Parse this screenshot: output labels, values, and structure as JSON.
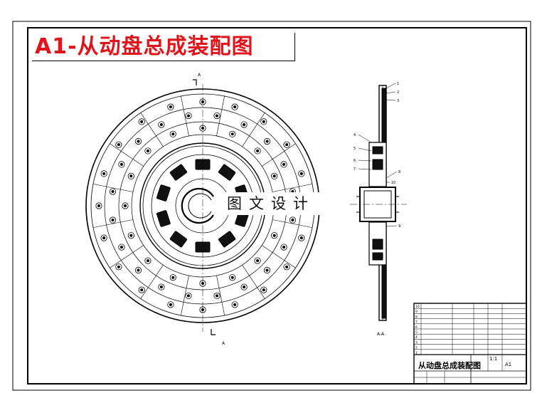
{
  "drawing": {
    "title": "A1-从动盘总成装配图",
    "watermark": "图文设计",
    "section_marks": {
      "top": "A",
      "bottom": "A",
      "section_label": "A-A"
    },
    "leader_numbers": [
      "1",
      "2",
      "3",
      "4",
      "5",
      "6",
      "7",
      "8",
      "9",
      "10"
    ],
    "colors": {
      "title": "#e1141c",
      "line": "#000000",
      "background": "#ffffff"
    }
  },
  "title_block": {
    "drawing_name": "从动盘总成装配图",
    "scale": "1:1",
    "sheet_size": "A1",
    "bom_rows": [
      {
        "no": "10"
      },
      {
        "no": "9"
      },
      {
        "no": "8"
      },
      {
        "no": "7"
      },
      {
        "no": "6"
      },
      {
        "no": "5"
      },
      {
        "no": "4"
      },
      {
        "no": "3"
      },
      {
        "no": "2"
      },
      {
        "no": "1"
      }
    ]
  }
}
